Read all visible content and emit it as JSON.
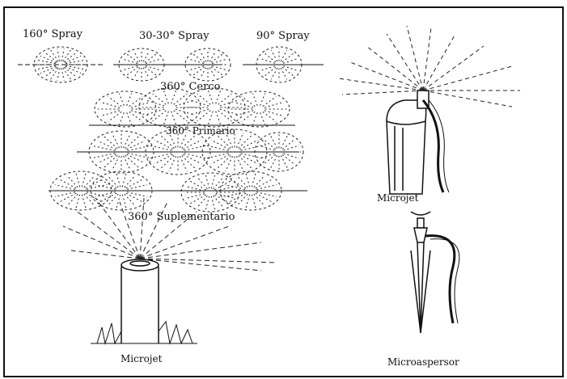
{
  "labels": {
    "spray_160": "160° Spray",
    "spray_30_30": "30-30° Spray",
    "spray_90": "90° Spray",
    "cerco_360": "360° Cerco",
    "primario_360": "360° Primario",
    "suplementario_360": "360° Suplementario",
    "microjet_top": "Microjet",
    "microjet_bottom": "Microjet",
    "microaspersor": "Microaspersor"
  },
  "colors": {
    "ink": "#111111",
    "paper": "#ffffff"
  }
}
